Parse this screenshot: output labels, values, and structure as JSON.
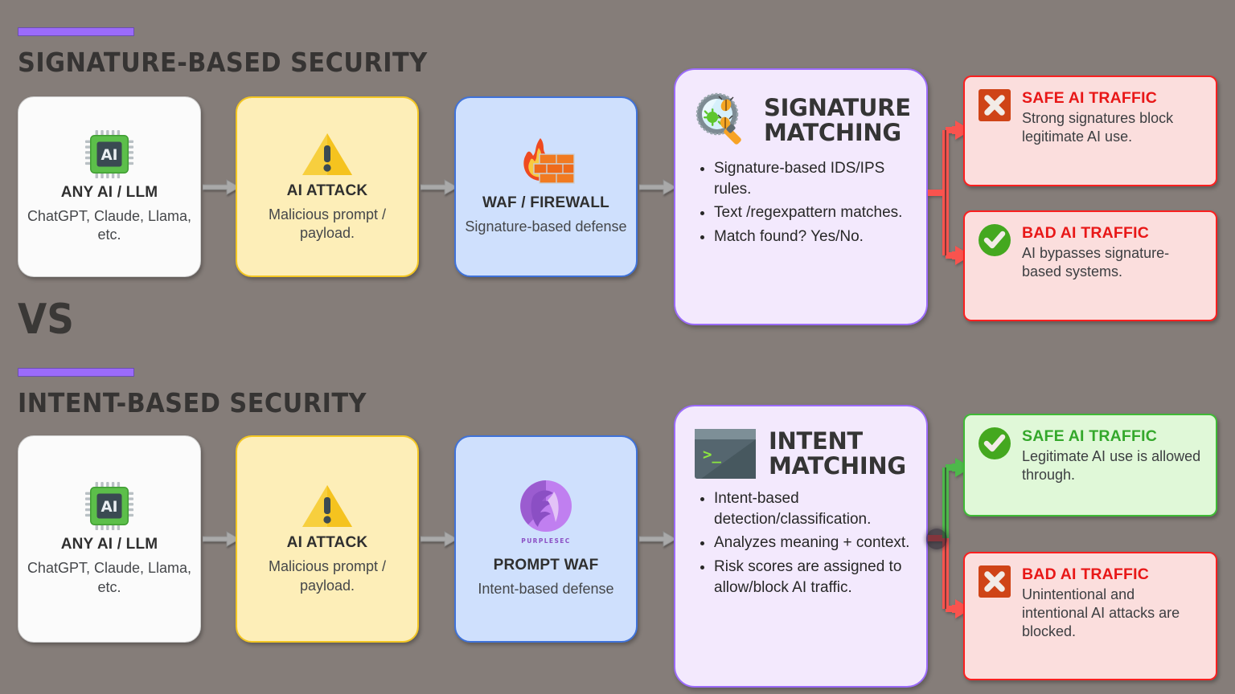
{
  "sections": [
    {
      "id": "signature",
      "title": "SIGNATURE-BASED SECURITY",
      "accent_color": "#9b6bfa",
      "steps": [
        {
          "icon": "ai-chip-icon",
          "title": "ANY AI / LLM",
          "subtitle": "ChatGPT, Claude, Llama, etc.",
          "style": "white"
        },
        {
          "icon": "warning-triangle-icon",
          "title": "AI ATTACK",
          "subtitle": "Malicious prompt / payload.",
          "style": "yellow"
        },
        {
          "icon": "firewall-icon",
          "title": "WAF / FIREWALL",
          "subtitle": "Signature-based defense",
          "style": "blue"
        }
      ],
      "panel": {
        "icon": "magnifier-bug-icon",
        "title_line1": "SIGNATURE",
        "title_line2": "MATCHING",
        "bullets": [
          "Signature-based IDS/IPS rules.",
          "Text /regexpattern matches.",
          "Match found? Yes/No."
        ]
      },
      "results": [
        {
          "icon": "red-x-icon",
          "title": "SAFE AI TRAFFIC",
          "desc": "Strong signatures block legitimate AI use.",
          "style": "red",
          "title_color": "#e81717",
          "connector_color": "#f9534e"
        },
        {
          "icon": "green-check-icon",
          "title": "BAD AI TRAFFIC",
          "desc": "AI bypasses signature-based systems.",
          "style": "red",
          "title_color": "#e81717",
          "connector_color": "#f9534e"
        }
      ]
    },
    {
      "id": "intent",
      "title": "INTENT-BASED SECURITY",
      "accent_color": "#9b6bfa",
      "steps": [
        {
          "icon": "ai-chip-icon",
          "title": "ANY AI / LLM",
          "subtitle": "ChatGPT, Claude, Llama, etc.",
          "style": "white"
        },
        {
          "icon": "warning-triangle-icon",
          "title": "AI ATTACK",
          "subtitle": "Malicious prompt / payload.",
          "style": "yellow"
        },
        {
          "icon": "purplesec-logo-icon",
          "title": "PROMPT WAF",
          "subtitle": "Intent-based defense",
          "style": "blue",
          "logo_wordmark": "PURPLESEC"
        }
      ],
      "panel": {
        "icon": "terminal-icon",
        "title_line1": "INTENT",
        "title_line2": "MATCHING",
        "bullets": [
          "Intent-based detection/classification.",
          "Analyzes meaning + context.",
          "Risk scores are assigned to allow/block AI traffic."
        ]
      },
      "results": [
        {
          "icon": "green-check-icon",
          "title": "SAFE AI TRAFFIC",
          "desc": "Legitimate AI use is allowed through.",
          "style": "green",
          "title_color": "#34a82b",
          "connector_color": "#4db84a"
        },
        {
          "icon": "red-x-icon",
          "title": "BAD AI TRAFFIC",
          "desc": "Unintentional and intentional AI attacks are blocked.",
          "style": "red",
          "title_color": "#e81717",
          "connector_color": "#f9534e"
        }
      ]
    }
  ],
  "vs_label": "VS",
  "colors": {
    "background": "#857d79",
    "accent_purple": "#9b6bfa",
    "panel_fill": "#f3e9fd",
    "arrow_gray": "#a9a9a9",
    "red": "#fa2020",
    "green": "#3fba36",
    "yellow_card": "#fdeeb8",
    "blue_card": "#cfe0fd"
  }
}
